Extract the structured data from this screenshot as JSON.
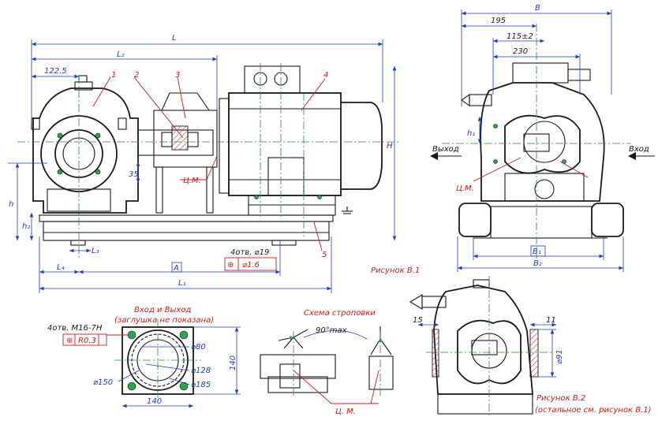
{
  "figures": {
    "fig1": "Рисунок В.1",
    "fig2": "Рисунок В.2",
    "fig2_note": "(остальное см. рисунок В.1)"
  },
  "callouts": [
    "1",
    "2",
    "3",
    "4",
    "5"
  ],
  "dimensions_main": {
    "L": "L",
    "L2": "L₂",
    "d122": "122.5",
    "H": "H",
    "h": "h",
    "h2": "h₂",
    "d35": "35",
    "L3": "L₃",
    "L4": "L₄",
    "A": "A",
    "L1": "L₁",
    "holes": "4отв. ⌀19",
    "tol_pos": "⌀1.6",
    "cm": "Ц.М."
  },
  "dimensions_side": {
    "B": "B",
    "d195": "195",
    "d115": "115±2",
    "d230": "230",
    "h1": "h₁",
    "B1": "B₁",
    "B2": "B₂",
    "outlet": "Выход",
    "inlet": "Вход",
    "cm": "Ц.М."
  },
  "flange": {
    "title": "Вход и Выход",
    "subtitle": "(заглушка не показана)",
    "holes": "4отв.  М16-7H",
    "tol": "R0.3",
    "d80": "⌀80",
    "d128": "⌀128",
    "d185": "⌀185",
    "d150": "⌀150",
    "w140": "140",
    "h140": "140"
  },
  "slinging": {
    "title": "Схема строповки",
    "angle": "90°max",
    "cm": "Ц. М."
  },
  "fig2_dims": {
    "d15": "15",
    "d11": "11",
    "d91": "⌀91"
  },
  "colors": {
    "dimension": "#1f3fbf",
    "centerline": "#1f8f3a",
    "callout": "#c81e1e",
    "line": "#1a1a1a"
  }
}
